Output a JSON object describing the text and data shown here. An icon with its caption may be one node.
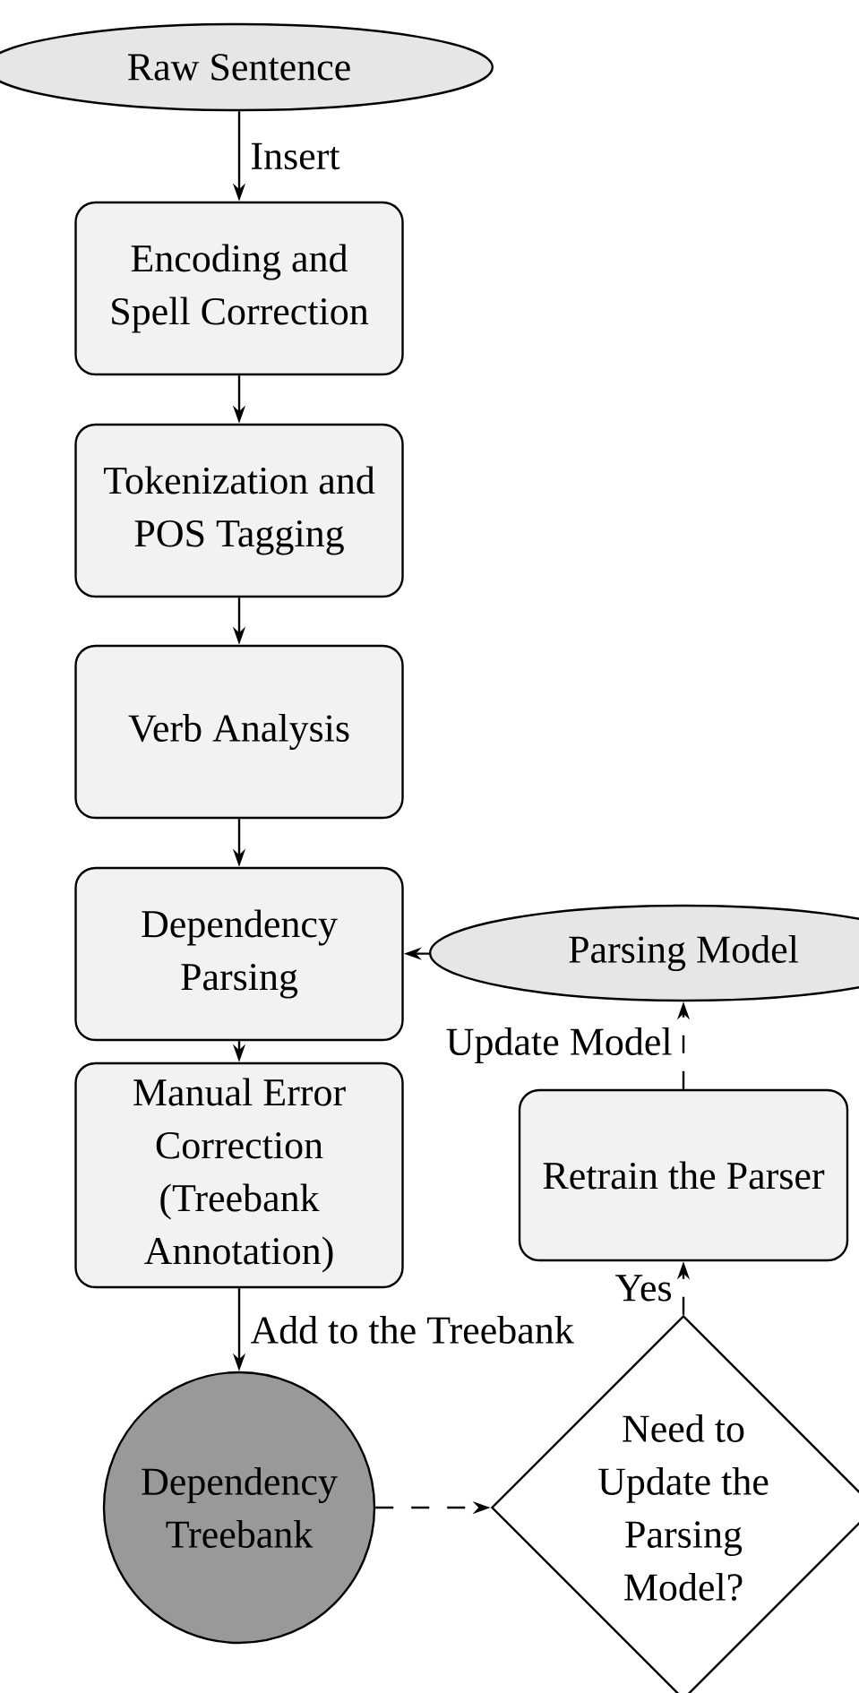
{
  "diagram": {
    "nodes": [
      {
        "text": [
          "Raw Sentence"
        ]
      },
      {
        "text": [
          "Encoding and Spell Correction"
        ]
      },
      {
        "text": [
          "Tokenization and POS Tagging"
        ]
      },
      {
        "text": [
          "Verb Analysis"
        ]
      },
      {
        "text": [
          "Dependency Parsing"
        ]
      },
      {
        "text": [
          "Manual Error Correction (Treebank Annotation)"
        ]
      },
      {
        "text": [
          "Dependency Treebank"
        ]
      },
      {
        "text": [
          "Parsing Model"
        ]
      },
      {
        "text": [
          "Retrain the Parser"
        ]
      },
      {
        "text": [
          "Need to Update the Parsing Model?"
        ]
      }
    ],
    "edges": [
      {
        "from": 0,
        "to": 1,
        "arrow": "to",
        "label": "Insert"
      },
      {
        "from": 1,
        "to": 2,
        "arrow": "to"
      },
      {
        "from": 2,
        "to": 3,
        "arrow": "to"
      },
      {
        "from": 3,
        "to": 4,
        "arrow": "to"
      },
      {
        "from": 4,
        "to": 5,
        "arrow": "to"
      },
      {
        "from": 5,
        "to": 6,
        "arrow": "to",
        "label": "Add to the Treebank"
      },
      {
        "from": 6,
        "to": 9,
        "arrow": "to",
        "style": "dashed"
      },
      {
        "from": 9,
        "to": 8,
        "arrow": "to",
        "style": "dashed",
        "label": "Yes"
      },
      {
        "from": 8,
        "to": 7,
        "arrow": "to",
        "style": "dashed",
        "label": "Update Model"
      },
      {
        "from": 7,
        "to": 4,
        "arrow": "to",
        "style": "dashed"
      }
    ]
  }
}
